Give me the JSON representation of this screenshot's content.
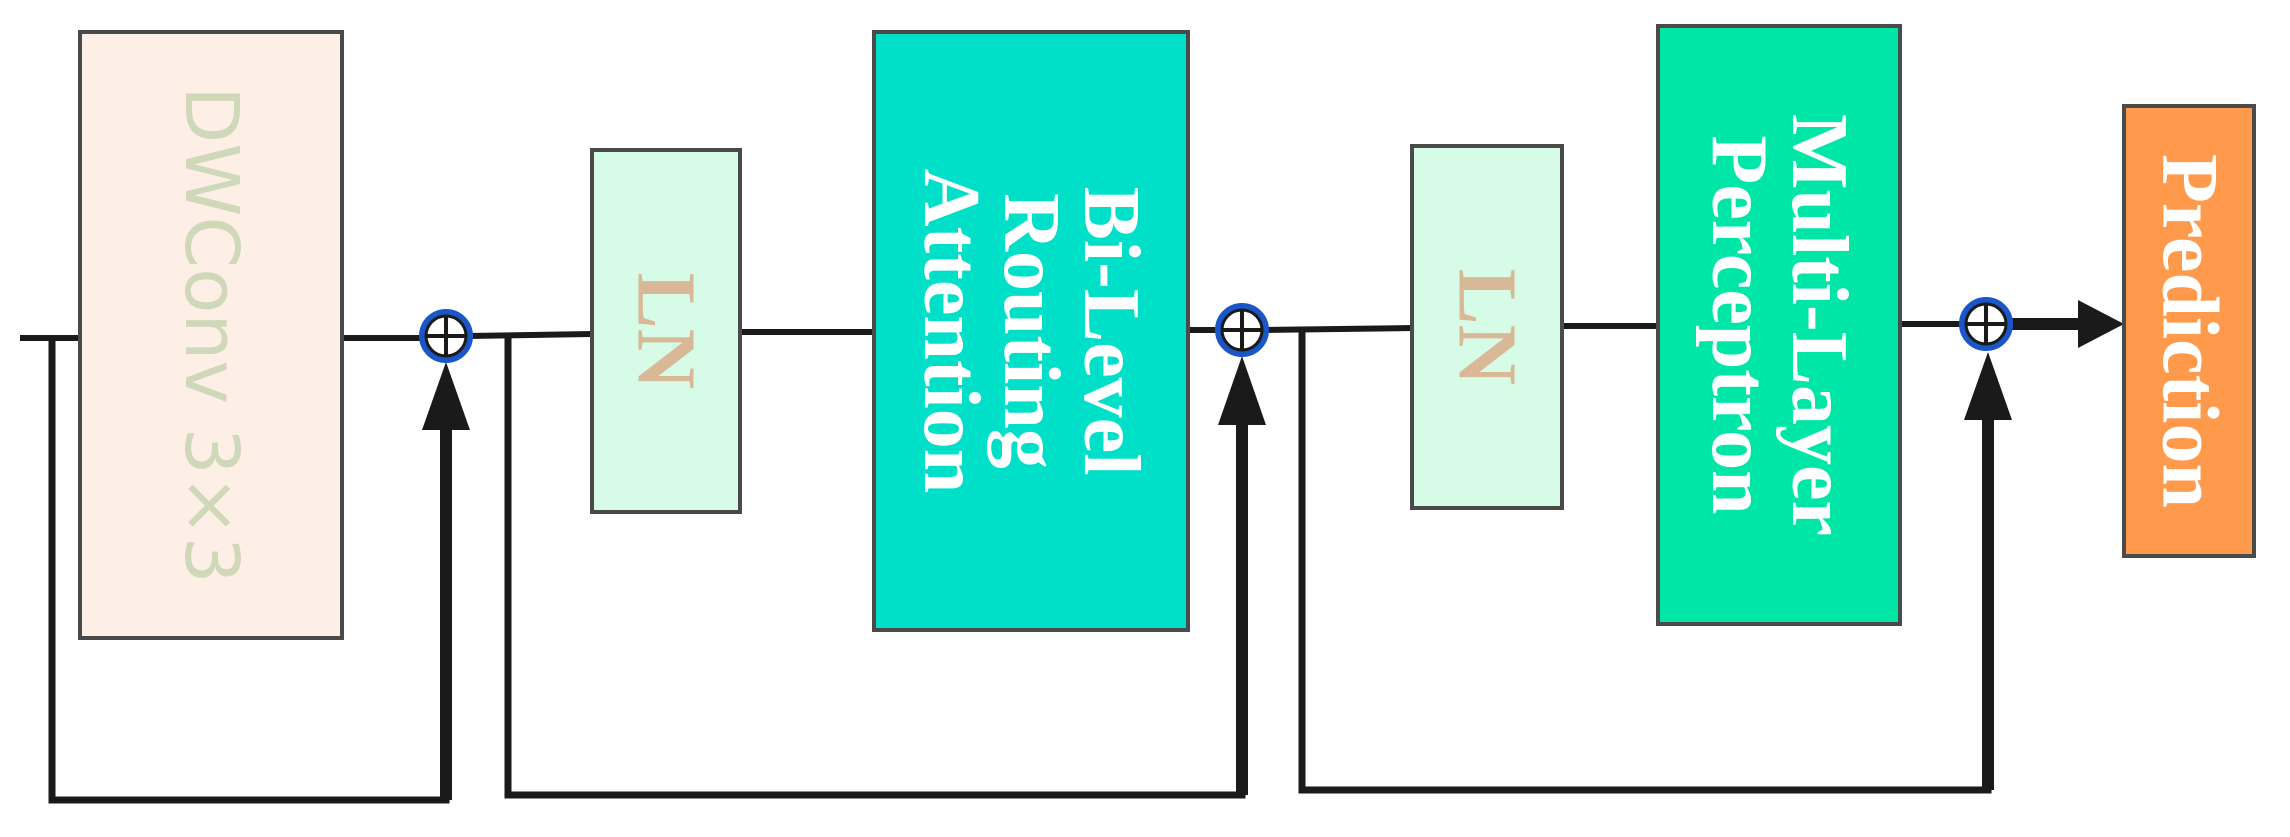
{
  "blocks": {
    "dwconv": {
      "label": "DWConv 3×3",
      "color": "#fdeee6",
      "text_color": "#cfd8b8"
    },
    "ln1": {
      "label": "LN",
      "color": "#d6fbe6",
      "text_color": "#d9b898"
    },
    "attention": {
      "lines": [
        "Bi-Level",
        "Routing",
        "Attention"
      ],
      "color": "#00dfc8",
      "text_color": "#ffffff"
    },
    "ln2": {
      "label": "LN",
      "color": "#d6fbe6",
      "text_color": "#d9b898"
    },
    "mlp": {
      "lines": [
        "Multi-Layer",
        "Perceptron"
      ],
      "color": "#00e6a6",
      "text_color": "#ffffff"
    },
    "prediction": {
      "label": "Prediction",
      "color": "#ff9a4d",
      "text_color": "#ffffff"
    }
  },
  "add_nodes": [
    {
      "symbol": "⊕"
    },
    {
      "symbol": "⊕"
    },
    {
      "symbol": "⊕"
    }
  ],
  "colors": {
    "line": "#1a1a1a",
    "border": "#4a4a4a",
    "node_ring": "#1a56c8"
  }
}
